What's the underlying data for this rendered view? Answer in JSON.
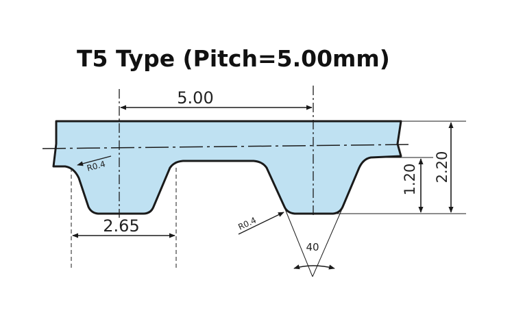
{
  "title": "T5 Type (Pitch=5.00mm)",
  "dimensions": {
    "pitch": "5.00",
    "tooth_width": "2.65",
    "total_height": "2.20",
    "tooth_height": "1.20",
    "radius_top": "R0.4",
    "radius_bottom": "R0.4",
    "angle": "40"
  },
  "colors": {
    "belt_fill": "#bfe1f2",
    "outline": "#1a1a1a"
  }
}
